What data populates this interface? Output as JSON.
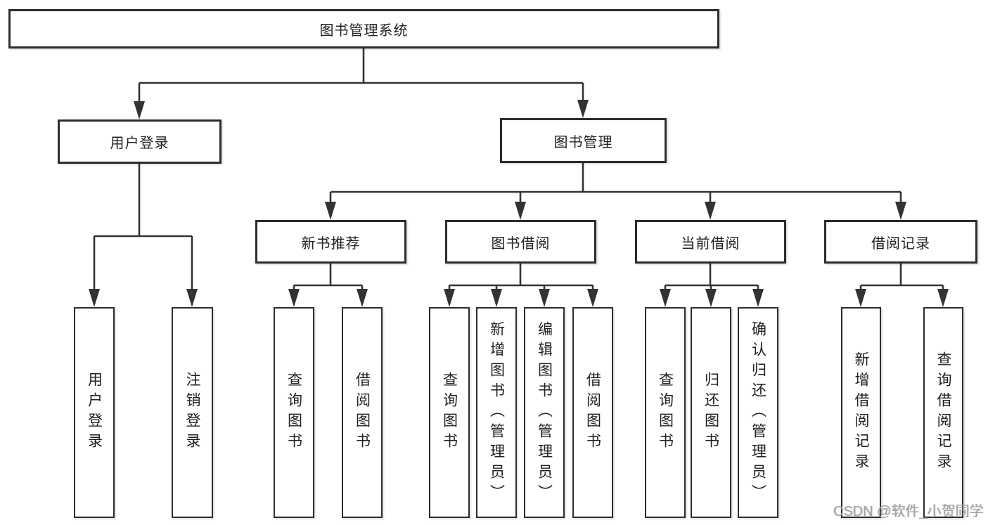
{
  "diagram": {
    "tree": {
      "label": "图书管理系统",
      "children": [
        {
          "label": "用户登录",
          "children": [
            {
              "label": "用户登录"
            },
            {
              "label": "注销登录"
            }
          ]
        },
        {
          "label": "图书管理",
          "children": [
            {
              "label": "新书推荐",
              "children": [
                {
                  "label": "查询图书"
                },
                {
                  "label": "借阅图书"
                }
              ]
            },
            {
              "label": "图书借阅",
              "children": [
                {
                  "label": "查询图书"
                },
                {
                  "label": "新增图书（管理员）"
                },
                {
                  "label": "编辑图书（管理员）"
                },
                {
                  "label": "借阅图书"
                }
              ]
            },
            {
              "label": "当前借阅",
              "children": [
                {
                  "label": "查询图书"
                },
                {
                  "label": "归还图书"
                },
                {
                  "label": "确认归还（管理员）"
                }
              ]
            },
            {
              "label": "借阅记录",
              "children": [
                {
                  "label": "新增借阅记录"
                },
                {
                  "label": "查询借阅记录"
                }
              ]
            }
          ]
        }
      ]
    }
  },
  "watermark": {
    "text": "CSDN @软件_小贺同学"
  },
  "colors": {
    "line": "#333333",
    "box_border": "#2d2d2d",
    "text": "#212121",
    "background": "#ffffff",
    "watermark": "#a3a3a3"
  }
}
